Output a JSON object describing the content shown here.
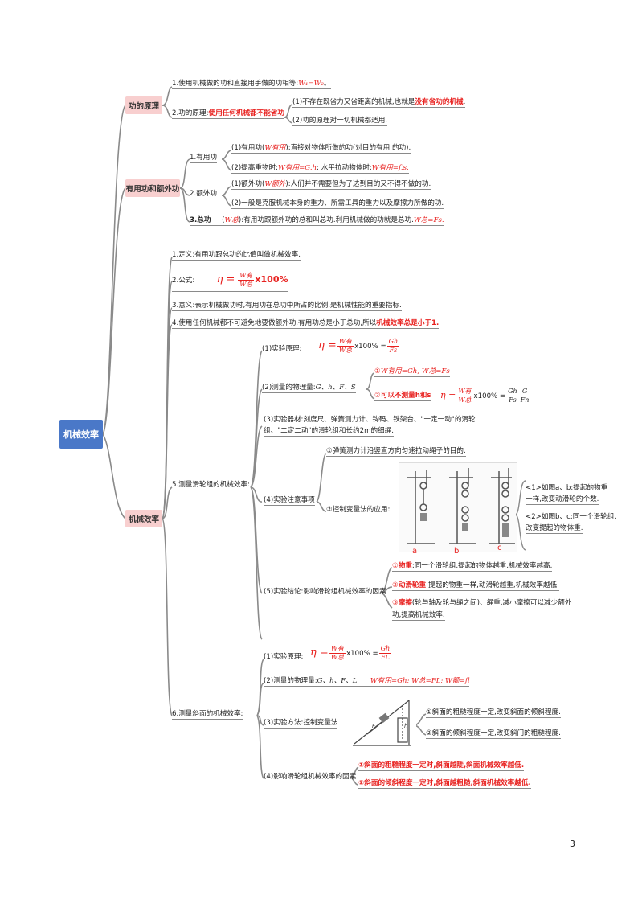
{
  "root": "机械效率",
  "b1": {
    "label": "功的原理",
    "l1": "1.使用机械做的功和直接用手做的功相等:",
    "l1f": "W₁=W₂",
    "l1end": "。",
    "l2": "2.功的原理:",
    "l2red": "使用任何机械都不能省功",
    "s1a": "(1)不存在既省力又省距离的机械,也就是",
    "s1b": "没有省功的机械",
    "s1c": ".",
    "s2": "(2)功的原理对一切机械都适用."
  },
  "b2": {
    "label": "有用功和额外功",
    "g1": "1.有用功",
    "g1a1": "(1)有用功(",
    "g1a2": "W有用",
    "g1a3": "):直接对物体所做的功(对目的有用 的功).",
    "g1b1": "(2)提高重物时:",
    "g1b2": "W有用=G.h",
    "g1b3": "; 水平拉动物体时:",
    "g1b4": "W有用=f.s.",
    "g2": "2.额外功",
    "g2a1": "(1)额外功(",
    "g2a2": "W额外",
    "g2a3": "):人们并不需要但为了达到目的又不得不做的功.",
    "g2b": "(2)一般是克服机械本身的重力、所需工具的重力以及摩擦力所做的功.",
    "g3": "3.总功",
    "g3a1": "(",
    "g3a2": "W总",
    "g3a3": "):有用功跟额外功的总和叫总功.利用机械做的功就是总功.",
    "g3a4": "W总=Fs."
  },
  "b3": {
    "label": "机械效率",
    "d1": "1.定义:有用功跟总功的比值叫做机械效率.",
    "d2": "2.公式:",
    "eta": "η =",
    "wy": "W有",
    "wz": "W总",
    "pct": "x100%",
    "d3": "3.意义:表示机械做功时,有用功在总功中所占的比例,是机械性能的重要指标.",
    "d4a": "4.使用任何机械都不可避免地要做额外功,有用功总是小于总功,所以",
    "d4b": "机械效率总是小于1.",
    "d5": "5.测量滑轮组的机械效率:",
    "p1": "(1)实验原理:",
    "gh": "Gh",
    "fs": "Fs",
    "p2": "(2)测量的物理量:",
    "p2v": "G、h、F、S",
    "p2c1": "①",
    "p2c1v": "W有用=Gh, W总=Fs",
    "p2c2": "②",
    "p2c2v": "可以不测量h和s",
    "g": "G",
    "fn": "Fn",
    "pct2": "x100% =",
    "p3": "(3)实验器材:刻度尺、弹簧测力计、钩码、铁架台、\"一定一动\"的滑轮",
    "p3b": "组、\"二定二动\"的滑轮组和长约2m的细绳.",
    "p4": "(4)实验注意事项",
    "p4a": "①弹簧测力计沿竖直方向匀速拉动绳子的目的.",
    "p4b": "②控制变量法的应用:",
    "fa": "a",
    "fb": "b",
    "fc": "c",
    "n1": "<1>如图a、b;提起的物重",
    "n1b": "一样,改变动滑轮的个数.",
    "n2": "<2>如图b、c;同一个滑轮组,",
    "n2b": "改变提起的物体重.",
    "p5": "(5)实验结论:影响滑轮组机械效率的因素",
    "c1a": "①",
    "c1b": "物重",
    "c1c": ":同一个滑轮组,提起的物体越重,机械效率越高.",
    "c2a": "②",
    "c2b": "动滑轮重",
    "c2c": ":提起的物重一样,动滑轮越重,机械效率越低.",
    "c3a": "③",
    "c3b": "摩擦",
    "c3c": "(轮与轴及轮与绳之间)、绳重,减小摩擦可以减少额外",
    "c3d": "功,提高机械效率.",
    "d6": "6.测量斜面的机械效率:",
    "q1": "(1)实验原理:",
    "fl": "FL",
    "q2": "(2)测量的物理量:",
    "q2v": "G、h、F、L",
    "q2f": "W有用=Gh; W总=FL; W额=fl",
    "q3": "(3)实验方法:控制变量法",
    "q3a": "①斜面的粗糙程度一定,改变斜面的倾斜程度.",
    "q3b": "②斜面的倾斜程度一定,改变斜门的粗糙程度.",
    "fF": "F",
    "fh": "h",
    "q4": "(4)影响滑轮组机械效率的因素",
    "q4a": "①斜面的粗糙程度一定时,斜面越陡,斜面机械效率越低.",
    "q4b": "②斜面的倾斜程度一定时,斜面越粗糙,斜面机械效率越低."
  },
  "page_number": "3"
}
